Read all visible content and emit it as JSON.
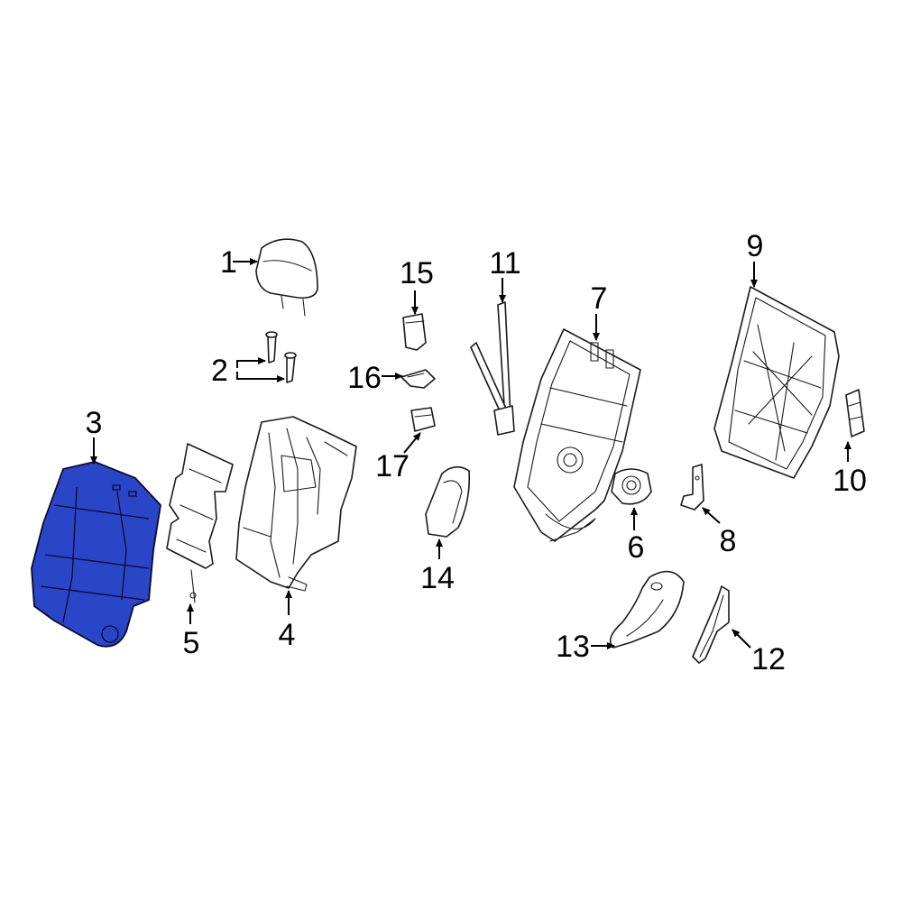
{
  "diagram": {
    "highlight_color": "#2a46c8",
    "highlighted_part": "3",
    "callouts": [
      {
        "id": "c1",
        "label": "1"
      },
      {
        "id": "c2",
        "label": "2"
      },
      {
        "id": "c3",
        "label": "3"
      },
      {
        "id": "c4",
        "label": "4"
      },
      {
        "id": "c5",
        "label": "5"
      },
      {
        "id": "c6",
        "label": "6"
      },
      {
        "id": "c7",
        "label": "7"
      },
      {
        "id": "c8",
        "label": "8"
      },
      {
        "id": "c9",
        "label": "9"
      },
      {
        "id": "c10",
        "label": "10"
      },
      {
        "id": "c11",
        "label": "11"
      },
      {
        "id": "c12",
        "label": "12"
      },
      {
        "id": "c13",
        "label": "13"
      },
      {
        "id": "c14",
        "label": "14"
      },
      {
        "id": "c15",
        "label": "15"
      },
      {
        "id": "c16",
        "label": "16"
      },
      {
        "id": "c17",
        "label": "17"
      }
    ]
  }
}
